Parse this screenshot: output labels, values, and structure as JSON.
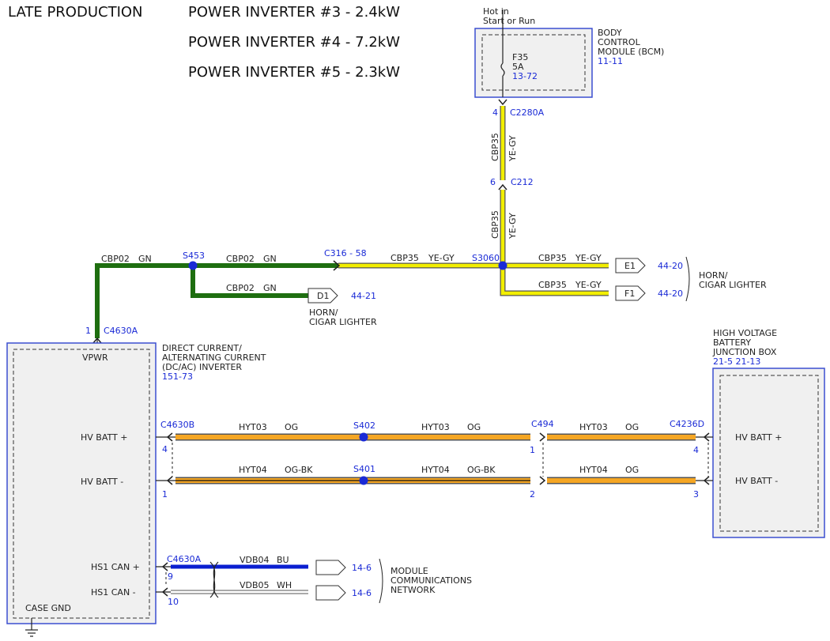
{
  "header": {
    "note": "LATE PRODUCTION",
    "lines": [
      "POWER INVERTER #3 - 2.4kW",
      "POWER INVERTER #4 - 7.2kW",
      "POWER INVERTER #5 - 2.3kW"
    ]
  },
  "bcm": {
    "hot_in": [
      "Hot in",
      "Start or Run"
    ],
    "fuse": {
      "id": "F35",
      "rating": "5A",
      "ref": "13-72"
    },
    "name": [
      "BODY",
      "CONTROL",
      "MODULE (BCM)"
    ],
    "ref": "11-11"
  },
  "connectors": {
    "c2280a": {
      "name": "C2280A",
      "pin": "4"
    },
    "c212": {
      "name": "C212",
      "pin": "6"
    },
    "c316": "C316 - 58",
    "c4630a_top": {
      "name": "C4630A",
      "pin": "1"
    },
    "c4630b": {
      "name": "C4630B",
      "pins": [
        "4",
        "1"
      ]
    },
    "c494": {
      "name": "C494",
      "pins": [
        "1",
        "2"
      ]
    },
    "c4236d": {
      "name": "C4236D",
      "pins": [
        "4",
        "3"
      ]
    },
    "c4630a_can": {
      "name": "C4630A",
      "pins": [
        "9",
        "10"
      ]
    }
  },
  "splices": {
    "s3060": "S3060",
    "s453": "S453",
    "s402": "S402",
    "s401": "S401"
  },
  "wires": {
    "cbp35_upper": {
      "circuit": "CBP35",
      "color": "YE-GY"
    },
    "cbp35_lower": {
      "circuit": "CBP35",
      "color": "YE-GY"
    },
    "cbp35_mid": {
      "circuit": "CBP35",
      "color": "YE-GY"
    },
    "cbp35_e1": {
      "circuit": "CBP35",
      "color": "YE-GY"
    },
    "cbp35_f1": {
      "circuit": "CBP35",
      "color": "YE-GY"
    },
    "cbp02_left": {
      "circuit": "CBP02",
      "color": "GN"
    },
    "cbp02_right": {
      "circuit": "CBP02",
      "color": "GN"
    },
    "cbp02_d1": {
      "circuit": "CBP02",
      "color": "GN"
    },
    "hyt03_a": {
      "circuit": "HYT03",
      "color": "OG"
    },
    "hyt03_b": {
      "circuit": "HYT03",
      "color": "OG"
    },
    "hyt03_c": {
      "circuit": "HYT03",
      "color": "OG"
    },
    "hyt04_a": {
      "circuit": "HYT04",
      "color": "OG-BK"
    },
    "hyt04_b": {
      "circuit": "HYT04",
      "color": "OG-BK"
    },
    "hyt04_c": {
      "circuit": "HYT04",
      "color": "OG"
    },
    "vdb04": {
      "circuit": "VDB04",
      "color": "BU"
    },
    "vdb05": {
      "circuit": "VDB05",
      "color": "WH"
    }
  },
  "refs": {
    "e1": {
      "id": "E1",
      "ref": "44-20"
    },
    "f1": {
      "id": "F1",
      "ref": "44-20"
    },
    "horn_group": [
      "HORN/",
      "CIGAR LIGHTER"
    ],
    "d1": {
      "id": "D1",
      "ref": "44-21",
      "desc": [
        "HORN/",
        "CIGAR LIGHTER"
      ]
    },
    "can_pos": {
      "ref": "14-6"
    },
    "can_neg": {
      "ref": "14-6"
    },
    "network": [
      "MODULE",
      "COMMUNICATIONS",
      "NETWORK"
    ]
  },
  "inverter": {
    "vpwr": "VPWR",
    "name": [
      "DIRECT CURRENT/",
      "ALTERNATING CURRENT",
      "(DC/AC) INVERTER"
    ],
    "ref": "151-73",
    "pins": [
      "HV BATT +",
      "HV BATT -",
      "HS1 CAN +",
      "HS1 CAN -",
      "CASE GND"
    ]
  },
  "hvbjb": {
    "name": [
      "HIGH VOLTAGE",
      "BATTERY",
      "JUNCTION BOX"
    ],
    "ref": "21-5   21-13",
    "pins": [
      "HV BATT +",
      "HV BATT -"
    ]
  },
  "colors": {
    "module_outline": "#3b4fd0",
    "reference_text": "#1a2ad6",
    "wire_yellow": "#f2ee00",
    "wire_green": "#1e6e10",
    "wire_orange": "#f5a623",
    "wire_blue": "#0a1fd0",
    "wire_white": "#ffffff"
  }
}
